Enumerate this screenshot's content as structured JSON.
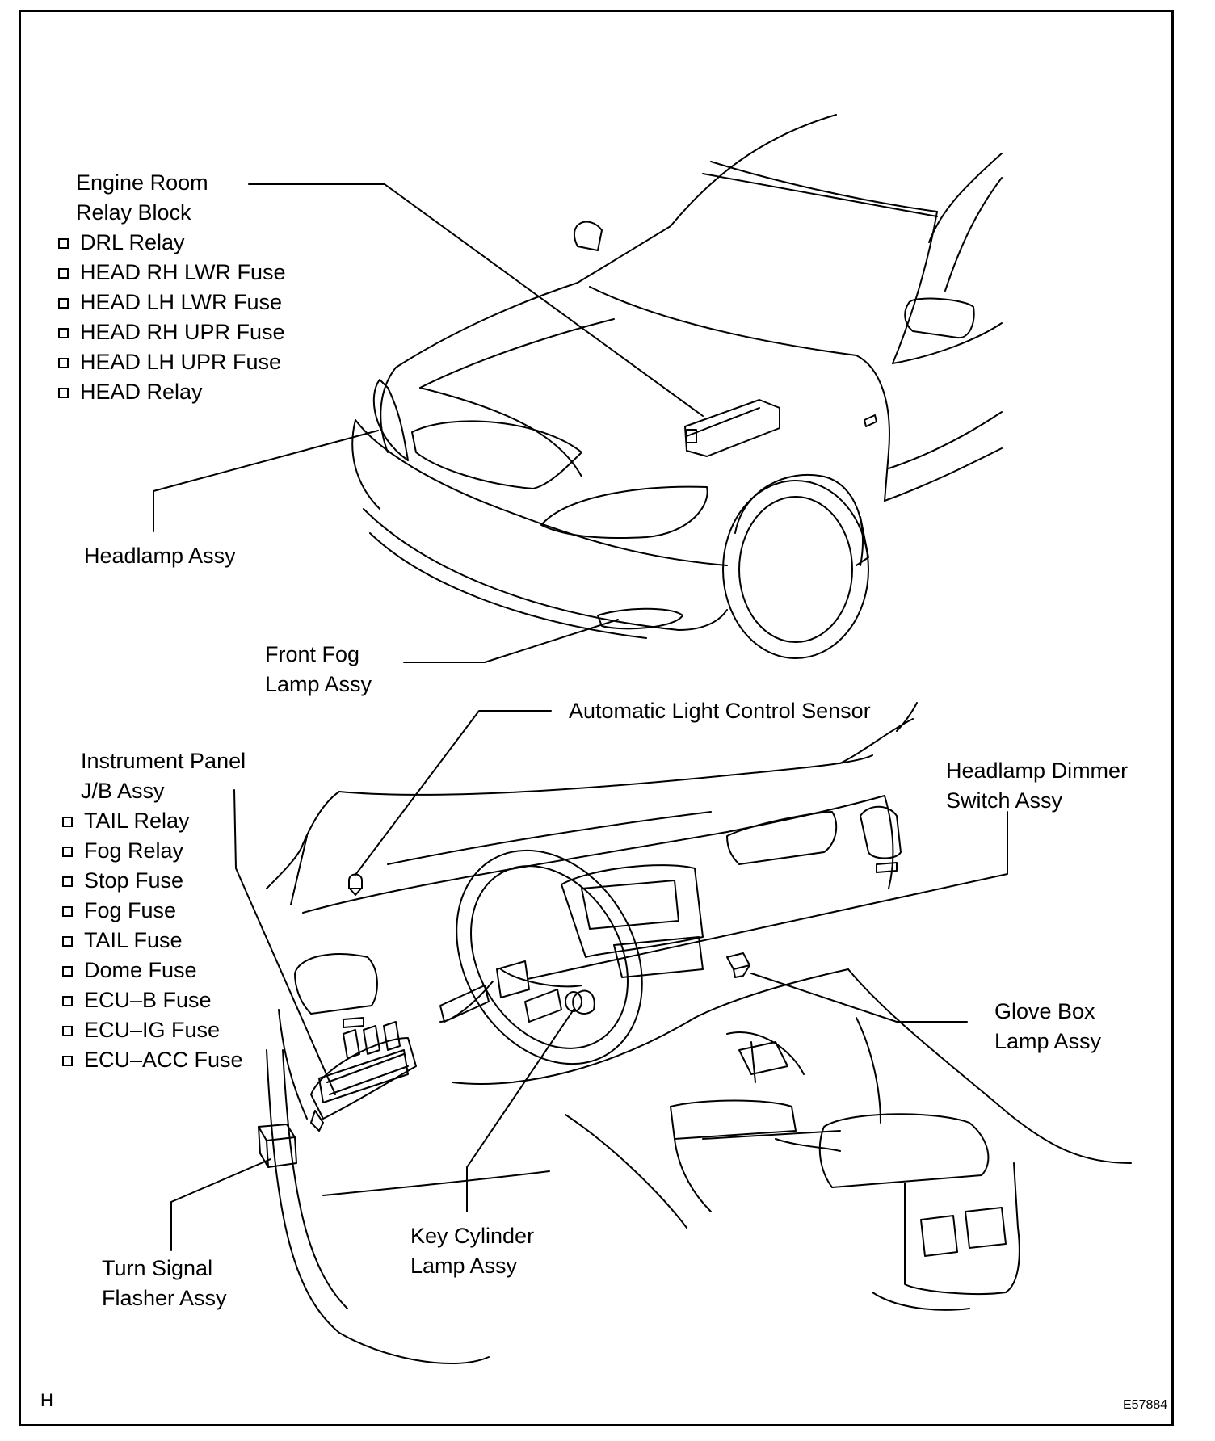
{
  "engine_room": {
    "title1": "Engine Room",
    "title2": "Relay Block",
    "items": [
      "DRL Relay",
      "HEAD RH LWR Fuse",
      "HEAD LH LWR Fuse",
      "HEAD RH UPR Fuse",
      "HEAD LH UPR Fuse",
      "HEAD Relay"
    ]
  },
  "headlamp": "Headlamp Assy",
  "front_fog": {
    "line1": "Front Fog",
    "line2": "Lamp Assy"
  },
  "auto_light_sensor": "Automatic Light Control Sensor",
  "instrument_panel": {
    "title1": "Instrument Panel",
    "title2": "J/B Assy",
    "items": [
      "TAIL Relay",
      "Fog Relay",
      "Stop Fuse",
      "Fog Fuse",
      "TAIL Fuse",
      "Dome Fuse",
      "ECU–B Fuse",
      "ECU–IG Fuse",
      "ECU–ACC Fuse"
    ]
  },
  "dimmer_switch": {
    "line1": "Headlamp Dimmer",
    "line2": "Switch Assy"
  },
  "glove_box": {
    "line1": "Glove Box",
    "line2": "Lamp Assy"
  },
  "key_cylinder": {
    "line1": "Key Cylinder",
    "line2": "Lamp Assy"
  },
  "turn_signal": {
    "line1": "Turn Signal",
    "line2": "Flasher Assy"
  },
  "corner_left": "H",
  "corner_right": "E57884"
}
